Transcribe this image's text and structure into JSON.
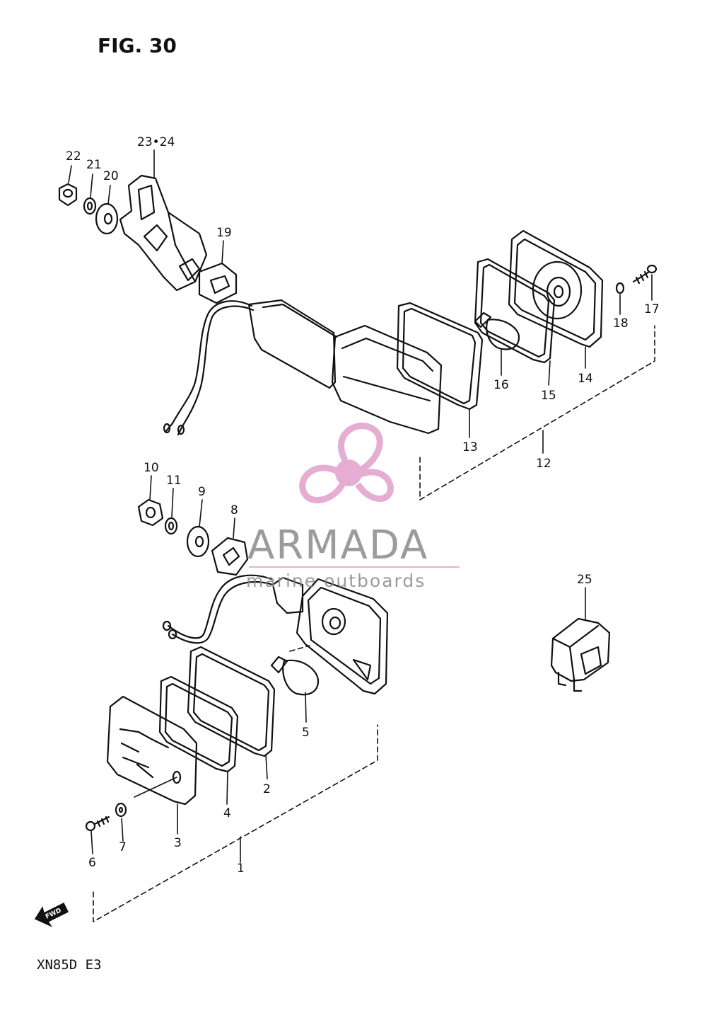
{
  "figure": {
    "title": "FIG. 30",
    "model": "XN85D E3"
  },
  "watermark": {
    "name": "ARMADA",
    "subtitle": "marine outboards",
    "brand_color": "#e3a9cf"
  },
  "arrow": {
    "label": "FWD"
  },
  "callouts": {
    "p1": "1",
    "p2": "2",
    "p3": "3",
    "p4": "4",
    "p5": "5",
    "p6": "6",
    "p7": "7",
    "p8": "8",
    "p9": "9",
    "p10": "10",
    "p11": "11",
    "p12": "12",
    "p13": "13",
    "p14": "14",
    "p15": "15",
    "p16": "16",
    "p17": "17",
    "p18": "18",
    "p19": "19",
    "p20": "20",
    "p21": "21",
    "p22": "22",
    "p2324": "23•24",
    "p25": "25"
  }
}
